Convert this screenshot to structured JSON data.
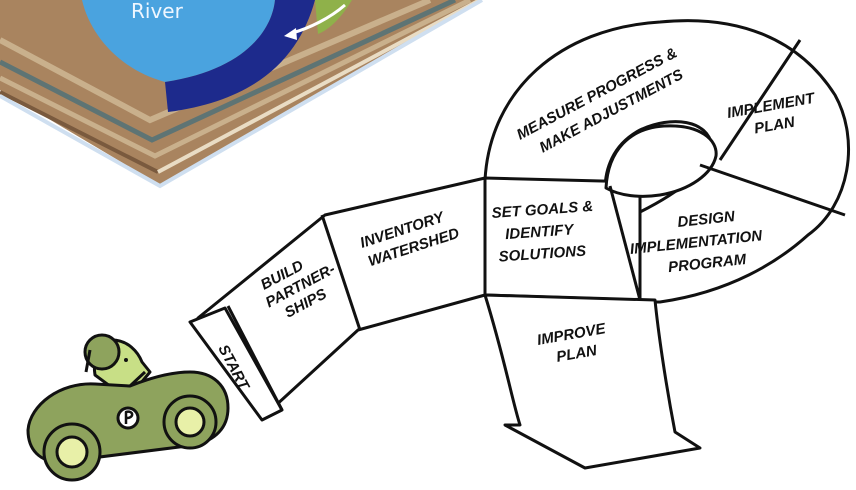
{
  "watershed_graphic": {
    "river_label": "River"
  },
  "process_steps": [
    {
      "id": "start",
      "lines": [
        "START"
      ]
    },
    {
      "id": "build-partnerships",
      "lines": [
        "BUILD",
        "PARTNER-",
        "SHIPS"
      ]
    },
    {
      "id": "inventory-watershed",
      "lines": [
        "INVENTORY",
        "WATERSHED"
      ]
    },
    {
      "id": "set-goals",
      "lines": [
        "SET GOALS &",
        "IDENTIFY",
        "SOLUTIONS"
      ]
    },
    {
      "id": "design-program",
      "lines": [
        "DESIGN",
        "IMPLEMENTATION",
        "PROGRAM"
      ]
    },
    {
      "id": "implement-plan",
      "lines": [
        "IMPLEMENT",
        "PLAN"
      ]
    },
    {
      "id": "measure-progress",
      "lines": [
        "MEASURE PROGRESS &",
        "MAKE ADJUSTMENTS"
      ]
    },
    {
      "id": "improve-plan",
      "lines": [
        "IMPROVE",
        "PLAN"
      ]
    }
  ],
  "colors": {
    "water_light": "#4aa3df",
    "water_dark": "#1d2a8c",
    "soil": "#a9845f",
    "car_body": "#8ea35d",
    "car_wheel": "#e8f0a8",
    "outline": "#111111"
  }
}
